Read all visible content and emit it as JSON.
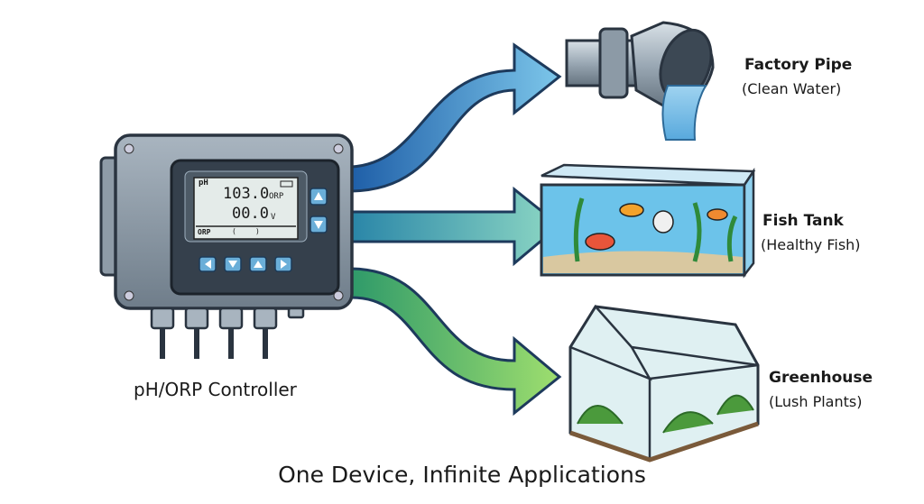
{
  "controller": {
    "label": "pH/ORP Controller",
    "display": {
      "mode": "pH",
      "value1": "103.0",
      "unit1": "ORP",
      "value2": "00.0",
      "unit2": "V",
      "footer_label": "ORP",
      "footer_bracket_open": "(",
      "footer_bracket_close": ")"
    }
  },
  "applications": [
    {
      "title": "Factory Pipe",
      "subtitle": "(Clean Water)",
      "color": "#3a8fd0"
    },
    {
      "title": "Fish Tank",
      "subtitle": "(Healthy Fish)",
      "color": "#3aa8a8"
    },
    {
      "title": "Greenhouse",
      "subtitle": "(Lush Plants)",
      "color": "#4cb04c"
    }
  ],
  "caption": "One Device, Infinite Applications"
}
